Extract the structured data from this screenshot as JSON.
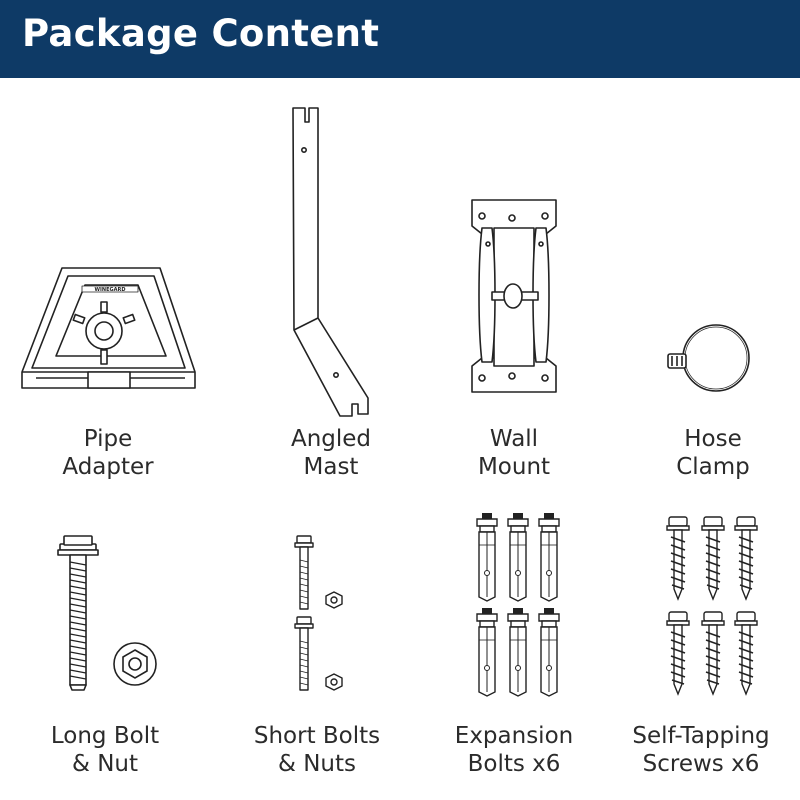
{
  "header": {
    "title": "Package Content",
    "background": "#0e3a66"
  },
  "items": [
    {
      "line1": "Pipe",
      "line2": "Adapter",
      "icon": "pipe-adapter-icon"
    },
    {
      "line1": "Angled",
      "line2": "Mast",
      "icon": "angled-mast-icon"
    },
    {
      "line1": "Wall",
      "line2": "Mount",
      "icon": "wall-mount-icon"
    },
    {
      "line1": "Hose",
      "line2": "Clamp",
      "icon": "hose-clamp-icon"
    },
    {
      "line1": "Long Bolt",
      "line2": "& Nut",
      "icon": "long-bolt-icon"
    },
    {
      "line1": "Short Bolts",
      "line2": "& Nuts",
      "icon": "short-bolts-icon"
    },
    {
      "line1": "Expansion",
      "line2": "Bolts x6",
      "icon": "expansion-bolts-icon"
    },
    {
      "line1": "Self-Tapping",
      "line2": "Screws x6",
      "icon": "self-tapping-screws-icon"
    }
  ],
  "adapter_logo": "WINEGARD"
}
